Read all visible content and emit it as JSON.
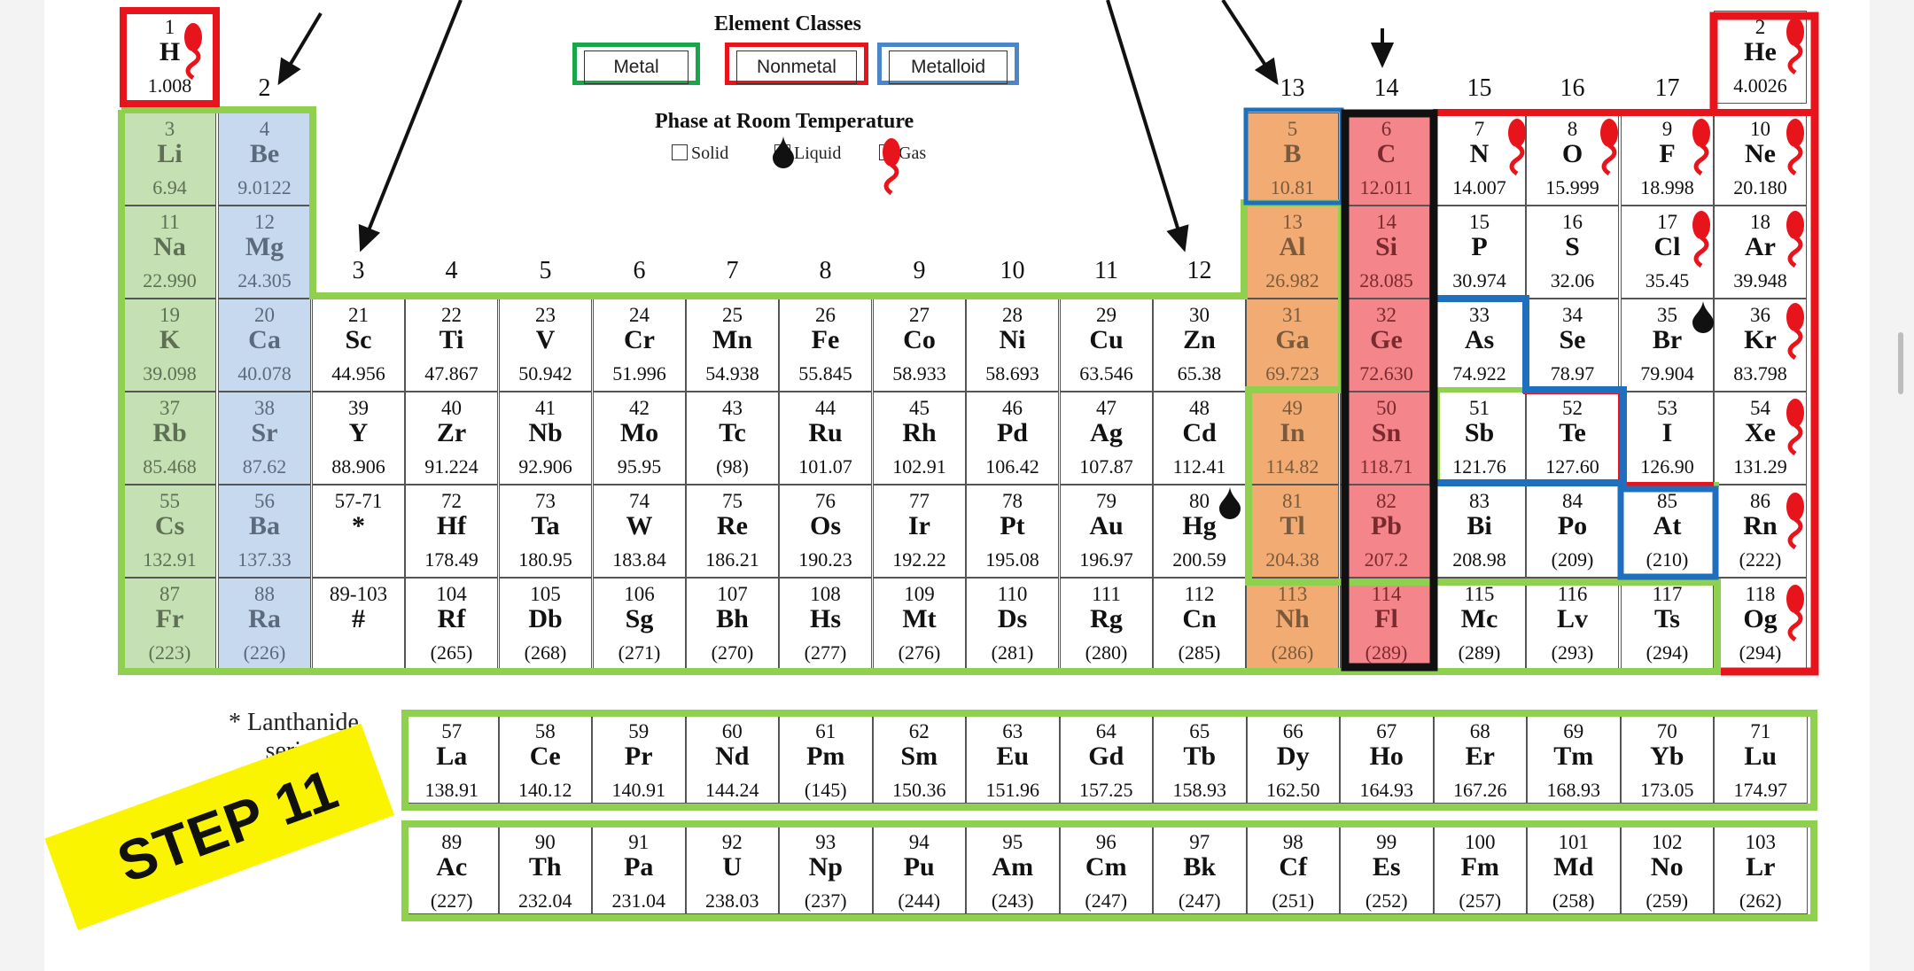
{
  "legend": {
    "element_classes_title": "Element Classes",
    "classes": [
      "Metal",
      "Nonmetal",
      "Metalloid"
    ],
    "phase_title": "Phase at Room Temperature",
    "phases": [
      "Solid",
      "Liquid",
      "Gas"
    ]
  },
  "group_numbers": [
    "2",
    "3",
    "4",
    "5",
    "6",
    "7",
    "8",
    "9",
    "10",
    "11",
    "12",
    "13",
    "14",
    "15",
    "16",
    "17"
  ],
  "elements": [
    [
      "1",
      "H",
      "1.008"
    ],
    [
      "2",
      "He",
      "4.0026"
    ],
    [
      "3",
      "Li",
      "6.94"
    ],
    [
      "4",
      "Be",
      "9.0122"
    ],
    [
      "5",
      "B",
      "10.81"
    ],
    [
      "6",
      "C",
      "12.011"
    ],
    [
      "7",
      "N",
      "14.007"
    ],
    [
      "8",
      "O",
      "15.999"
    ],
    [
      "9",
      "F",
      "18.998"
    ],
    [
      "10",
      "Ne",
      "20.180"
    ],
    [
      "11",
      "Na",
      "22.990"
    ],
    [
      "12",
      "Mg",
      "24.305"
    ],
    [
      "13",
      "Al",
      "26.982"
    ],
    [
      "14",
      "Si",
      "28.085"
    ],
    [
      "15",
      "P",
      "30.974"
    ],
    [
      "16",
      "S",
      "32.06"
    ],
    [
      "17",
      "Cl",
      "35.45"
    ],
    [
      "18",
      "Ar",
      "39.948"
    ],
    [
      "19",
      "K",
      "39.098"
    ],
    [
      "20",
      "Ca",
      "40.078"
    ],
    [
      "21",
      "Sc",
      "44.956"
    ],
    [
      "22",
      "Ti",
      "47.867"
    ],
    [
      "23",
      "V",
      "50.942"
    ],
    [
      "24",
      "Cr",
      "51.996"
    ],
    [
      "25",
      "Mn",
      "54.938"
    ],
    [
      "26",
      "Fe",
      "55.845"
    ],
    [
      "27",
      "Co",
      "58.933"
    ],
    [
      "28",
      "Ni",
      "58.693"
    ],
    [
      "29",
      "Cu",
      "63.546"
    ],
    [
      "30",
      "Zn",
      "65.38"
    ],
    [
      "31",
      "Ga",
      "69.723"
    ],
    [
      "32",
      "Ge",
      "72.630"
    ],
    [
      "33",
      "As",
      "74.922"
    ],
    [
      "34",
      "Se",
      "78.97"
    ],
    [
      "35",
      "Br",
      "79.904"
    ],
    [
      "36",
      "Kr",
      "83.798"
    ],
    [
      "37",
      "Rb",
      "85.468"
    ],
    [
      "38",
      "Sr",
      "87.62"
    ],
    [
      "39",
      "Y",
      "88.906"
    ],
    [
      "40",
      "Zr",
      "91.224"
    ],
    [
      "41",
      "Nb",
      "92.906"
    ],
    [
      "42",
      "Mo",
      "95.95"
    ],
    [
      "43",
      "Tc",
      "(98)"
    ],
    [
      "44",
      "Ru",
      "101.07"
    ],
    [
      "45",
      "Rh",
      "102.91"
    ],
    [
      "46",
      "Pd",
      "106.42"
    ],
    [
      "47",
      "Ag",
      "107.87"
    ],
    [
      "48",
      "Cd",
      "112.41"
    ],
    [
      "49",
      "In",
      "114.82"
    ],
    [
      "50",
      "Sn",
      "118.71"
    ],
    [
      "51",
      "Sb",
      "121.76"
    ],
    [
      "52",
      "Te",
      "127.60"
    ],
    [
      "53",
      "I",
      "126.90"
    ],
    [
      "54",
      "Xe",
      "131.29"
    ],
    [
      "55",
      "Cs",
      "132.91"
    ],
    [
      "56",
      "Ba",
      "137.33"
    ],
    [
      "57-71",
      "*",
      ""
    ],
    [
      "72",
      "Hf",
      "178.49"
    ],
    [
      "73",
      "Ta",
      "180.95"
    ],
    [
      "74",
      "W",
      "183.84"
    ],
    [
      "75",
      "Re",
      "186.21"
    ],
    [
      "76",
      "Os",
      "190.23"
    ],
    [
      "77",
      "Ir",
      "192.22"
    ],
    [
      "78",
      "Pt",
      "195.08"
    ],
    [
      "79",
      "Au",
      "196.97"
    ],
    [
      "80",
      "Hg",
      "200.59"
    ],
    [
      "81",
      "Tl",
      "204.38"
    ],
    [
      "82",
      "Pb",
      "207.2"
    ],
    [
      "83",
      "Bi",
      "208.98"
    ],
    [
      "84",
      "Po",
      "(209)"
    ],
    [
      "85",
      "At",
      "(210)"
    ],
    [
      "86",
      "Rn",
      "(222)"
    ],
    [
      "87",
      "Fr",
      "(223)"
    ],
    [
      "88",
      "Ra",
      "(226)"
    ],
    [
      "89-103",
      "#",
      ""
    ],
    [
      "104",
      "Rf",
      "(265)"
    ],
    [
      "105",
      "Db",
      "(268)"
    ],
    [
      "106",
      "Sg",
      "(271)"
    ],
    [
      "107",
      "Bh",
      "(270)"
    ],
    [
      "108",
      "Hs",
      "(277)"
    ],
    [
      "109",
      "Mt",
      "(276)"
    ],
    [
      "110",
      "Ds",
      "(281)"
    ],
    [
      "111",
      "Rg",
      "(280)"
    ],
    [
      "112",
      "Cn",
      "(285)"
    ],
    [
      "113",
      "Nh",
      "(286)"
    ],
    [
      "114",
      "Fl",
      "(289)"
    ],
    [
      "115",
      "Mc",
      "(289)"
    ],
    [
      "116",
      "Lv",
      "(293)"
    ],
    [
      "117",
      "Ts",
      "(294)"
    ],
    [
      "118",
      "Og",
      "(294)"
    ]
  ],
  "lanthanide_label": "* Lanthanide\nseries",
  "lanthanides": [
    [
      "57",
      "La",
      "138.91"
    ],
    [
      "58",
      "Ce",
      "140.12"
    ],
    [
      "59",
      "Pr",
      "140.91"
    ],
    [
      "60",
      "Nd",
      "144.24"
    ],
    [
      "61",
      "Pm",
      "(145)"
    ],
    [
      "62",
      "Sm",
      "150.36"
    ],
    [
      "63",
      "Eu",
      "151.96"
    ],
    [
      "64",
      "Gd",
      "157.25"
    ],
    [
      "65",
      "Tb",
      "158.93"
    ],
    [
      "66",
      "Dy",
      "162.50"
    ],
    [
      "67",
      "Ho",
      "164.93"
    ],
    [
      "68",
      "Er",
      "167.26"
    ],
    [
      "69",
      "Tm",
      "168.93"
    ],
    [
      "70",
      "Yb",
      "173.05"
    ],
    [
      "71",
      "Lu",
      "174.97"
    ]
  ],
  "actinides": [
    [
      "89",
      "Ac",
      "(227)"
    ],
    [
      "90",
      "Th",
      "232.04"
    ],
    [
      "91",
      "Pa",
      "231.04"
    ],
    [
      "92",
      "U",
      "238.03"
    ],
    [
      "93",
      "Np",
      "(237)"
    ],
    [
      "94",
      "Pu",
      "(244)"
    ],
    [
      "95",
      "Am",
      "(243)"
    ],
    [
      "96",
      "Cm",
      "(247)"
    ],
    [
      "97",
      "Bk",
      "(247)"
    ],
    [
      "98",
      "Cf",
      "(251)"
    ],
    [
      "99",
      "Es",
      "(252)"
    ],
    [
      "100",
      "Fm",
      "(257)"
    ],
    [
      "101",
      "Md",
      "(258)"
    ],
    [
      "102",
      "No",
      "(259)"
    ],
    [
      "103",
      "Lr",
      "(262)"
    ]
  ],
  "step_tag": "STEP 11",
  "colors": {
    "metal_outline": "#8fd14f",
    "nonmetal_outline": "#e8141c",
    "metalloid_outline": "#1f6fbf",
    "alkaline_fill": "#c7d9ee",
    "alkali_fill": "#c5e0b3",
    "boron_group_fill": "#f2ac73",
    "carbon_group_fill": "#f4858b",
    "step_tag_bg": "#fbf400"
  }
}
